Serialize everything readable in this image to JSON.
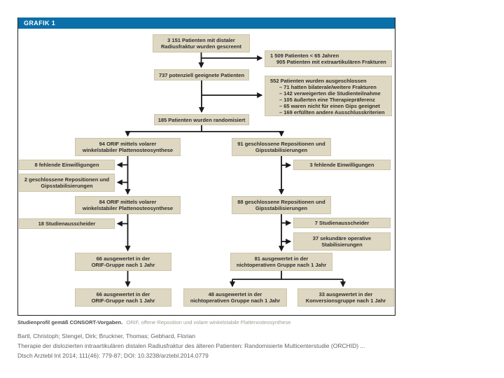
{
  "figure": {
    "header_label": "GRAFIK 1"
  },
  "flowchart": {
    "boxes": {
      "screened": "3 151 Patienten mit distaler\nRadiusfraktur wurden gescreent",
      "excl_age": {
        "line1": "1 509 Patienten < 65 Jahren",
        "line2": "905 Patienten mit extraartikulären Frakturen"
      },
      "eligible": "737 potenziell geeignete Patienten",
      "excluded": {
        "title": "552 Patienten wurden ausgeschlossen",
        "items": [
          "– 71 hatten bilaterale/weitere Frakturen",
          "– 142 verweigerten die Studienteilnahme",
          "– 105 äußerten eine Therapiepräferenz",
          "– 65 waren nicht für einen Gips geeignet",
          "– 169 erfüllten andere Ausschlusskriterien"
        ]
      },
      "randomized": "185 Patienten wurden randomisiert",
      "orif_94": "94 ORIF mittels volarer\nwinkelstabiler Plattenosteosynthese",
      "cast_91": "91 geschlossene Repositionen und\nGipsstabilisierungen",
      "missing_consent_8": "8 fehlende Einwilligungen",
      "crossover_2": "2 geschlossene Repositionen und\nGipsstabilisierungen",
      "missing_consent_3": "3 fehlende Einwilligungen",
      "orif_84": "84 ORIF mittels volarer\nwinkelstabiler Plattenosteosynthese",
      "cast_88": "88 geschlossene Repositionen und\nGipsstabilisierungen",
      "dropouts_18": "18 Studienausscheider",
      "dropouts_7": "7 Studienausscheider",
      "secondary_op_37": "37 sekundäre operative\nStabilisierungen",
      "analyzed_orif_66": "66 ausgewertet in der\nORIF-Gruppe nach 1 Jahr",
      "analyzed_nonop_81": "81 ausgewertet in der\nnichtoperativen Gruppe nach 1 Jahr",
      "final_orif_66": "66 ausgewertet in der\nORIF-Gruppe nach 1 Jahr",
      "final_nonop_48": "48 ausgewertet in der\nnichtoperativen Gruppe nach 1 Jahr",
      "final_conversion_33": "33 ausgewertet in der\nKonversionsgruppe nach 1 Jahr"
    }
  },
  "caption": {
    "bold": "Studienprofil gemäß CONSORT-Vorgaben.",
    "rest": "ORIF, offene Reposition und volare winkelstabile Plattenosteosynthese"
  },
  "citation": {
    "authors": "Bartl, Christoph; Stengel, Dirk; Bruckner, Thomas; Gebhard, Florian",
    "title": "Therapie der dislozierten intraartikulären distalen Radiusfraktur des älteren Patienten: Randomisierte Multicenterstudie (ORCHID) ...",
    "source": "Dtsch Arztebl Int 2014; 111(46): 779-87; DOI: 10.3238/arztebl.2014.0779"
  },
  "colors": {
    "header_blue": "#0b6fa9",
    "box_beige": "#ded8c2",
    "line_black": "#1a1a1a",
    "caption_gray": "#9b9b93",
    "citation_gray": "#636363"
  }
}
